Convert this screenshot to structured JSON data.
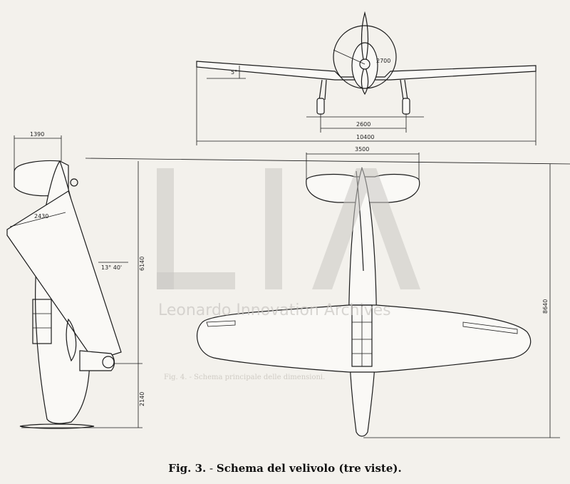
{
  "caption": {
    "figure": "Fig. 3.",
    "separator": " - ",
    "title": "Schema del velivolo",
    "subtitle": " (tre viste)."
  },
  "watermark": {
    "letters": "LIA",
    "text": "Leonardo Innovation Archives"
  },
  "dimensions": {
    "front_span": "10400",
    "front_track": "2600",
    "prop_diameter": "2700",
    "dihedral": "5°",
    "tailplane_span_side": "1390",
    "tailplane_span_top": "3500",
    "chord_side": "2430",
    "sweep_angle": "13° 40'",
    "side_height_upper": "6140",
    "side_height_lower": "2140",
    "total_length": "8640"
  },
  "ghost_text": {
    "fig4": "Fig. 4. - Schema principale delle dimensioni."
  }
}
